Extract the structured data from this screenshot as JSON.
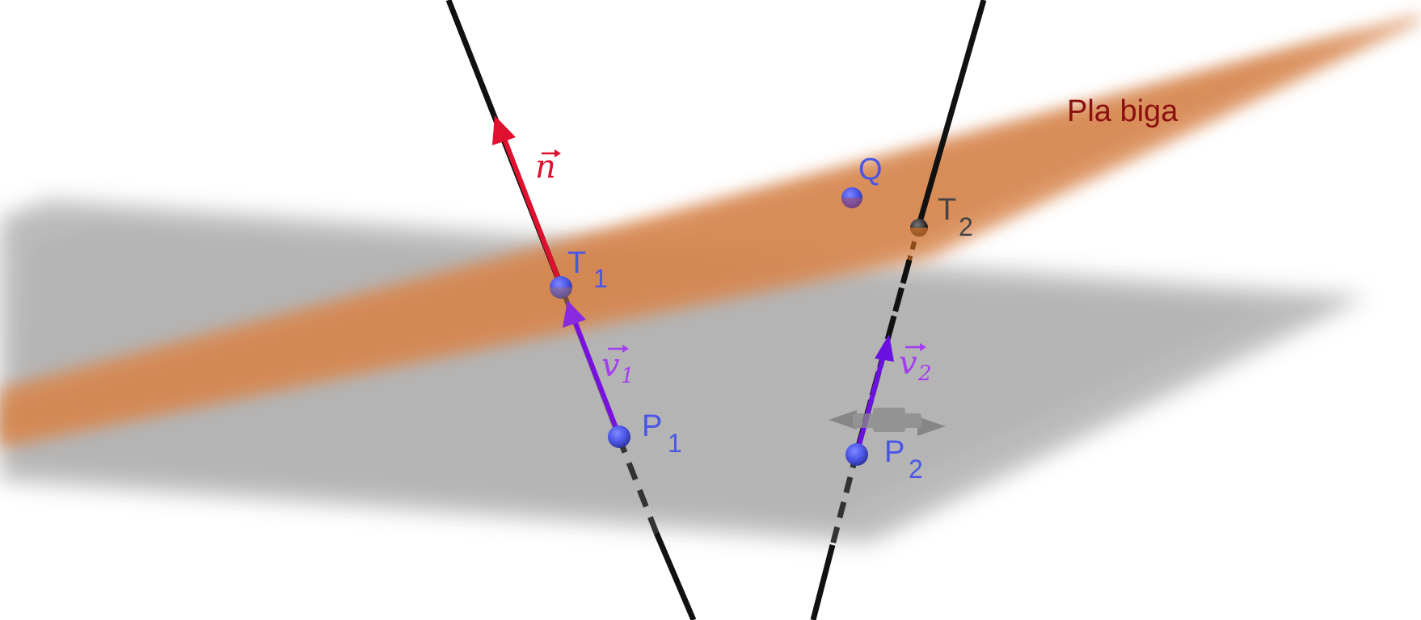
{
  "plane_label": "Pla biga",
  "points": {
    "Q": {
      "label": "Q",
      "sub": ""
    },
    "T1": {
      "label": "T",
      "sub": "1"
    },
    "T2": {
      "label": "T",
      "sub": "2"
    },
    "P1": {
      "label": "P",
      "sub": "1"
    },
    "P2": {
      "label": "P",
      "sub": "2"
    }
  },
  "vectors": {
    "n": {
      "label": "n",
      "sub": ""
    },
    "v1": {
      "label": "v",
      "sub": "1"
    },
    "v2": {
      "label": "v",
      "sub": "2"
    }
  },
  "colors": {
    "background": "#ffffff",
    "gray_plane": "#b3b3b3",
    "orange_plane": "#d4834a",
    "plane_label": "#8b0f0f",
    "line": "#111111",
    "normal_vector": "#e0102f",
    "direction_vector": "#7a10e0",
    "point": "#4a55e8",
    "point_label": "#4a55e8",
    "t2_label": "#444444",
    "vector_label": "#a43cf0",
    "normal_label": "#e0102f",
    "drag_handle": "#777777"
  }
}
